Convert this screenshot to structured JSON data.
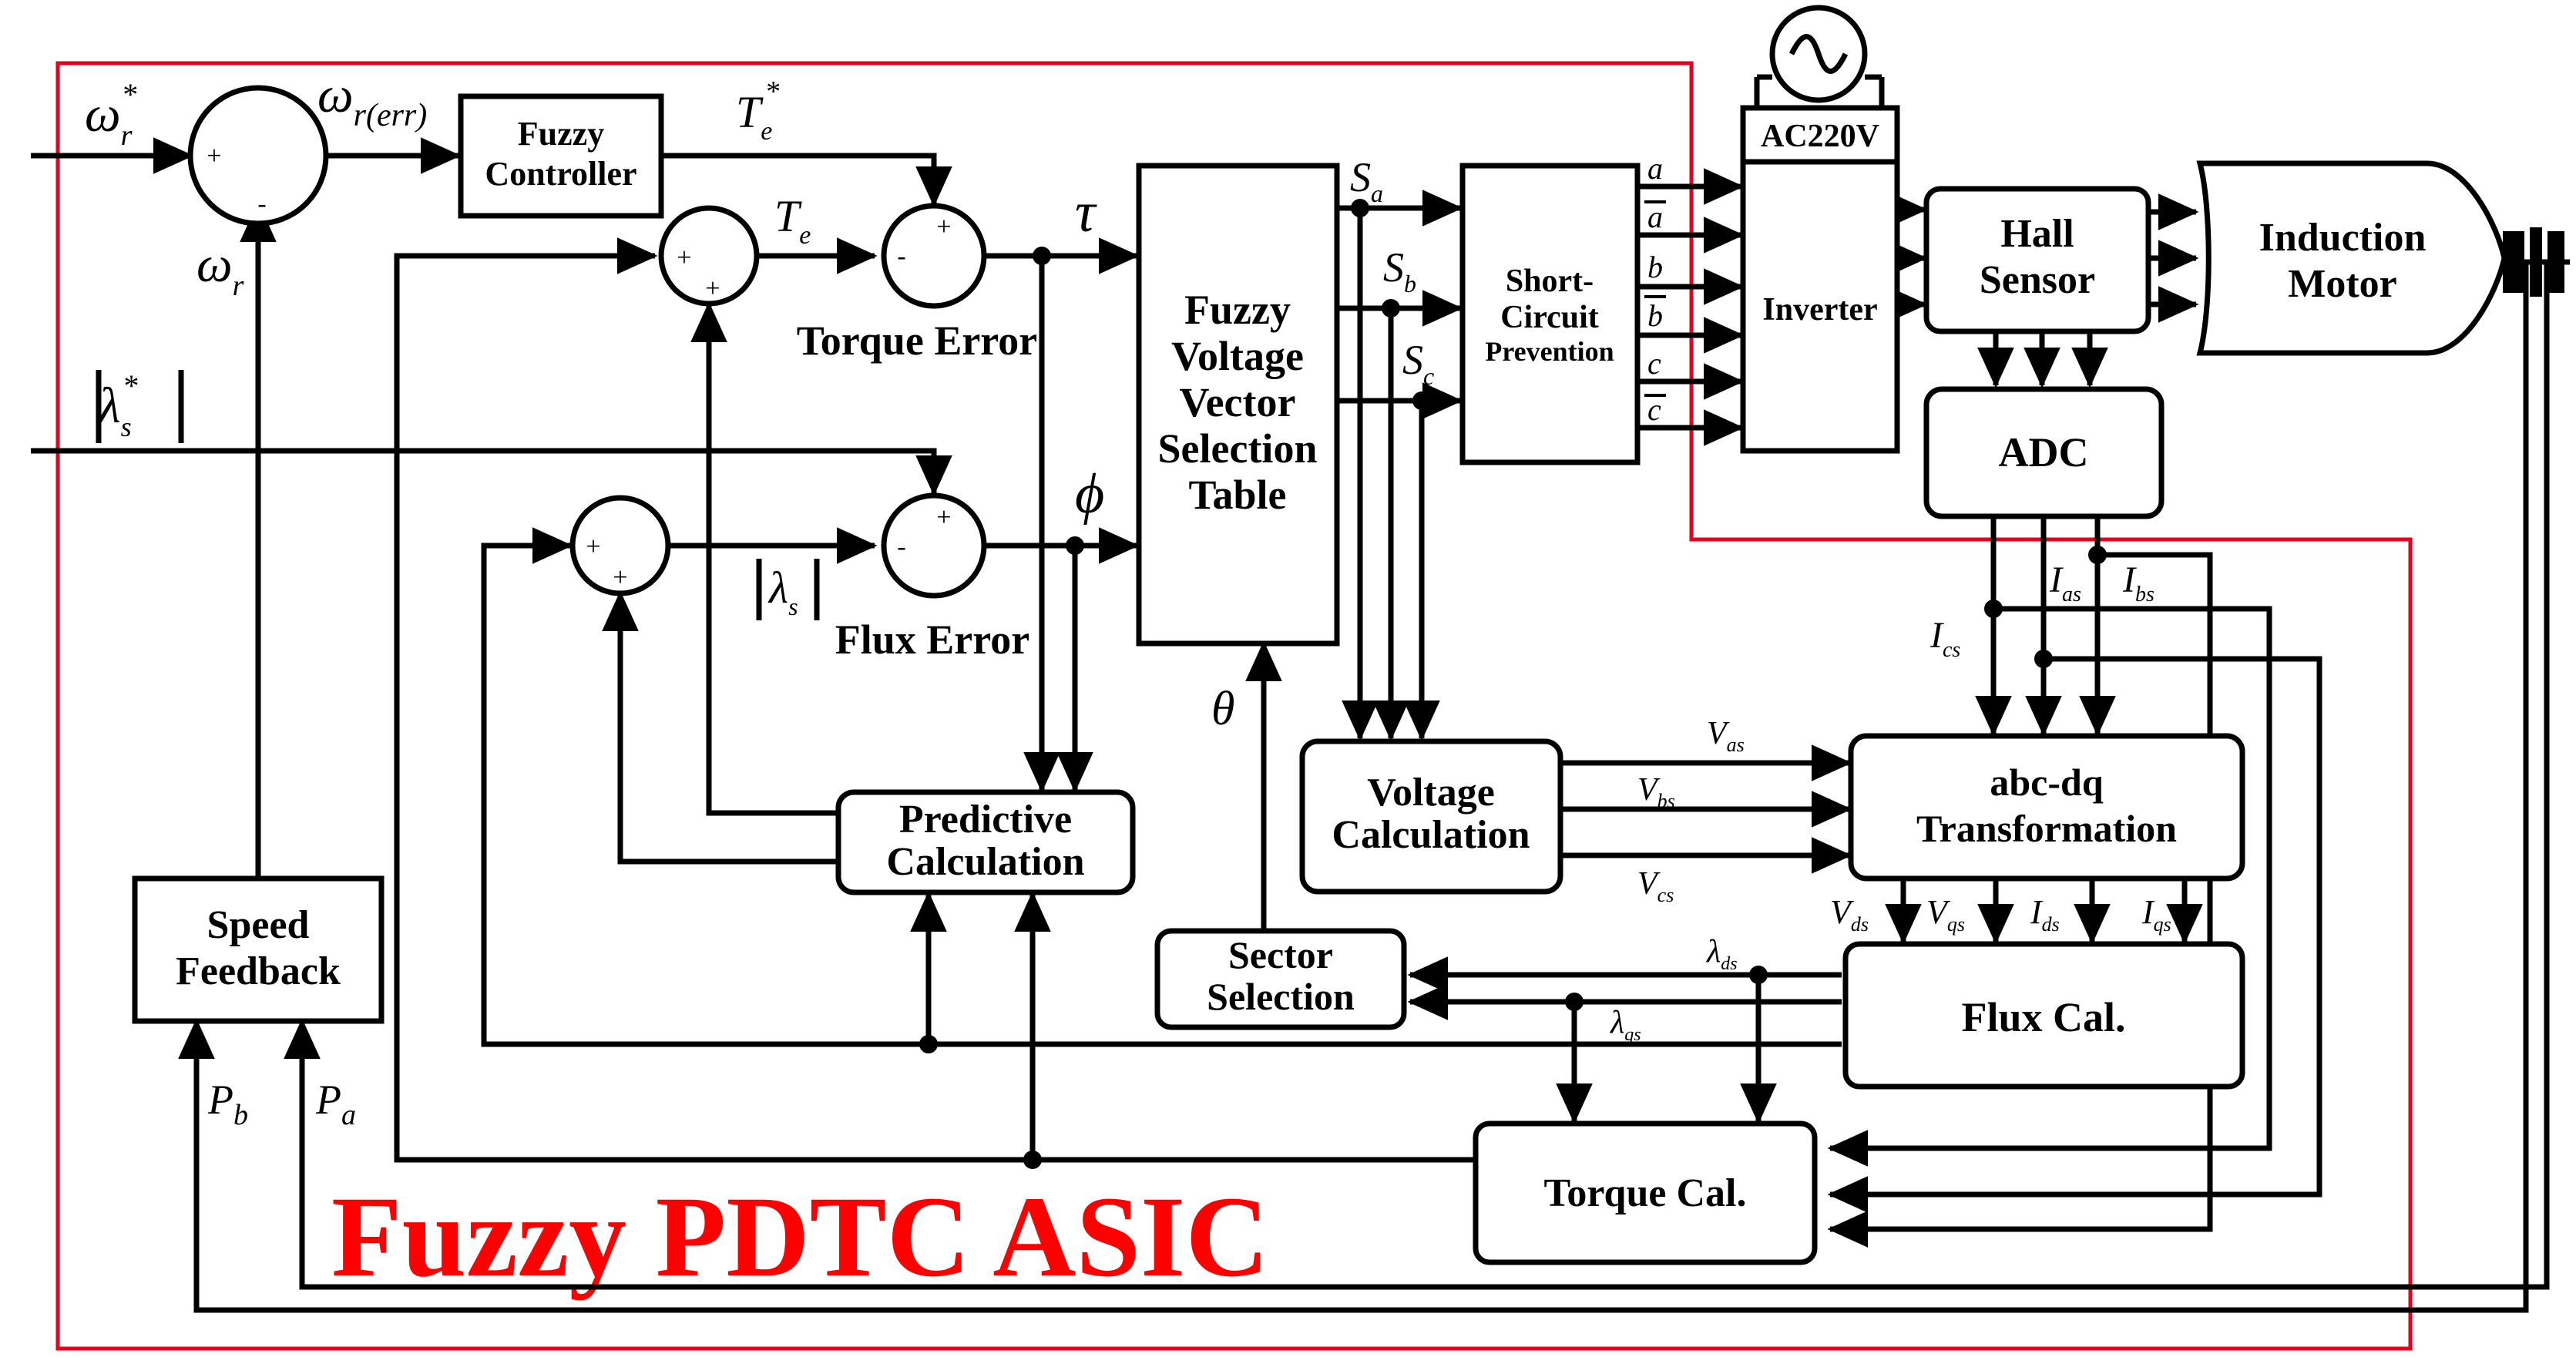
{
  "diagram": {
    "asic_label": "Fuzzy PDTC ASIC",
    "colors": {
      "asic_border": "#e8001c",
      "asic_label": "#ff0000",
      "lines": "#000000"
    },
    "blocks": {
      "fuzzy_controller": [
        "Fuzzy",
        "Controller"
      ],
      "voltage_vector_table": [
        "Fuzzy",
        "Voltage",
        "Vector",
        "Selection",
        "Table"
      ],
      "short_circuit": [
        "Short-",
        "Circuit",
        "Prevention"
      ],
      "inverter": "Inverter",
      "ac_source": "AC220V",
      "hall_sensor": [
        "Hall",
        "Sensor"
      ],
      "induction_motor": [
        "Induction",
        "Motor"
      ],
      "adc": "ADC",
      "abc_dq": [
        "abc-dq",
        "Transformation"
      ],
      "voltage_calc": [
        "Voltage",
        "Calculation"
      ],
      "predictive_calc": [
        "Predictive",
        "Calculation"
      ],
      "speed_feedback": [
        "Speed",
        "Feedback"
      ],
      "sector_selection": [
        "Sector",
        "Selection"
      ],
      "flux_cal": "Flux Cal.",
      "torque_cal": "Torque Cal."
    },
    "labels": {
      "torque_error": "Torque Error",
      "flux_error": "Flux Error",
      "tau": "τ",
      "phi": "ϕ",
      "theta": "θ",
      "omega_r_star": {
        "base": "ω",
        "sub": "r",
        "sup": "*"
      },
      "omega_r": {
        "base": "ω",
        "sub": "r"
      },
      "omega_r_err": {
        "base": "ω",
        "sub": "r(err)"
      },
      "te_star": {
        "base": "T",
        "sub": "e",
        "sup": "*"
      },
      "te": {
        "base": "T",
        "sub": "e"
      },
      "lambda_s_star": {
        "base": "λ",
        "sub": "s",
        "sup": "*"
      },
      "lambda_s": {
        "base": "λ",
        "sub": "s"
      },
      "sa": {
        "base": "S",
        "sub": "a"
      },
      "sb": {
        "base": "S",
        "sub": "b"
      },
      "sc": {
        "base": "S",
        "sub": "c"
      },
      "pb": {
        "base": "P",
        "sub": "b"
      },
      "pa": {
        "base": "P",
        "sub": "a"
      },
      "ias": {
        "base": "I",
        "sub": "as"
      },
      "ibs": {
        "base": "I",
        "sub": "bs"
      },
      "ics": {
        "base": "I",
        "sub": "cs"
      },
      "vas": {
        "base": "V",
        "sub": "as"
      },
      "vbs": {
        "base": "V",
        "sub": "bs"
      },
      "vcs": {
        "base": "V",
        "sub": "cs"
      },
      "vds": {
        "base": "V",
        "sub": "ds"
      },
      "vqs": {
        "base": "V",
        "sub": "qs"
      },
      "ids": {
        "base": "I",
        "sub": "ds"
      },
      "iqs": {
        "base": "I",
        "sub": "qs"
      },
      "lambda_ds": {
        "base": "λ",
        "sub": "ds"
      },
      "lambda_qs": {
        "base": "λ",
        "sub": "qs"
      },
      "switch_a": "a",
      "switch_abar": "a",
      "switch_b": "b",
      "switch_bbar": "b",
      "switch_c": "c",
      "switch_cbar": "c"
    },
    "sum_signs": {
      "plus": "+",
      "minus": "-"
    }
  }
}
